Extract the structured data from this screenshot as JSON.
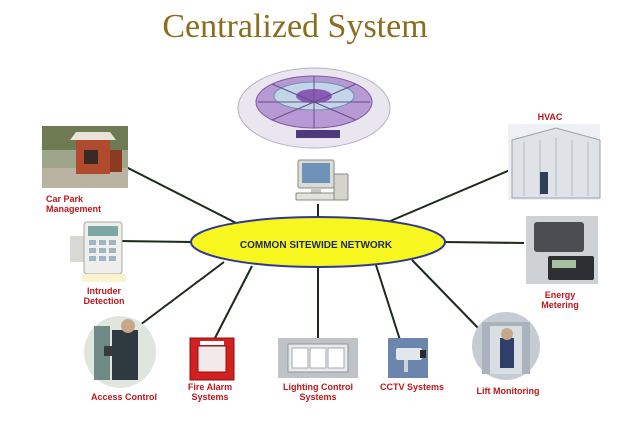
{
  "title": "Centralized System",
  "hub": {
    "label": "COMMON SITEWIDE NETWORK",
    "fill": "#f7f61e",
    "stroke": "#2e3a8f"
  },
  "label_color": "#c0161b",
  "nodes": [
    {
      "id": "car-park",
      "label": "Car Park\nManagement",
      "icon": "car-park-photo"
    },
    {
      "id": "intruder",
      "label": "Intruder\nDetection",
      "icon": "keypad-photo"
    },
    {
      "id": "access",
      "label": "Access Control",
      "icon": "access-door-photo"
    },
    {
      "id": "fire",
      "label": "Fire Alarm\nSystems",
      "icon": "fire-call-point-photo"
    },
    {
      "id": "lighting",
      "label": "Lighting Control\nSystems",
      "icon": "light-fitting-photo"
    },
    {
      "id": "cctv",
      "label": "CCTV Systems",
      "icon": "cctv-camera-photo"
    },
    {
      "id": "lift",
      "label": "Lift Monitoring",
      "icon": "lift-photo"
    },
    {
      "id": "energy",
      "label": "Energy\nMetering",
      "icon": "meter-photo"
    },
    {
      "id": "hvac",
      "label": "HVAC",
      "icon": "hvac-unit-photo"
    }
  ],
  "workstation": {
    "icon": "computer-workstation-icon",
    "emblem": "information-management-wheel"
  }
}
